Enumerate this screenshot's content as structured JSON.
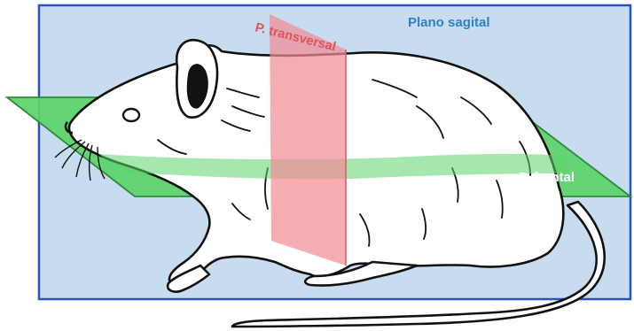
{
  "labels": {
    "sagittal": "Plano sagital",
    "transverse": "P. transversal",
    "frontal": "P. frontal"
  },
  "colors": {
    "sagittal_fill": "#c7dcee",
    "sagittal_border": "#2c52b8",
    "sagittal_text": "#2f7fc6",
    "frontal_fill": "#5cd36a",
    "frontal_border": "#2e8a3a",
    "frontal_text": "#ffffff",
    "transverse_fill": "#f08e96",
    "transverse_text": "#e2505e",
    "outline": "#111111"
  }
}
